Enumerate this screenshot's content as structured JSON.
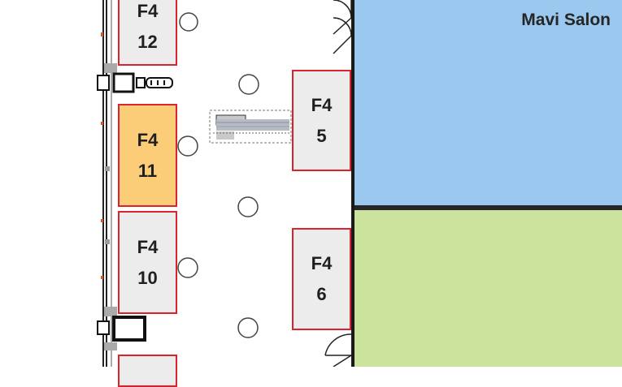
{
  "map": {
    "rooms": {
      "blue": {
        "label": "Mavi Salon",
        "color": "#9ac8ee"
      },
      "green": {
        "label": "",
        "color": "#cce39d"
      }
    },
    "booths": [
      {
        "id": "f4-12",
        "line1": "F4",
        "line2": "12"
      },
      {
        "id": "f4-11",
        "line1": "F4",
        "line2": "11",
        "highlighted": true
      },
      {
        "id": "f4-10",
        "line1": "F4",
        "line2": "10"
      },
      {
        "id": "f4-5",
        "line1": "F4",
        "line2": "5"
      },
      {
        "id": "f4-6",
        "line1": "F4",
        "line2": "6"
      }
    ],
    "colors": {
      "booth_border": "#d9232e",
      "booth_fill": "#ececec",
      "booth_highlight": "#fbcd78",
      "wall": "#1a1a1a"
    }
  }
}
